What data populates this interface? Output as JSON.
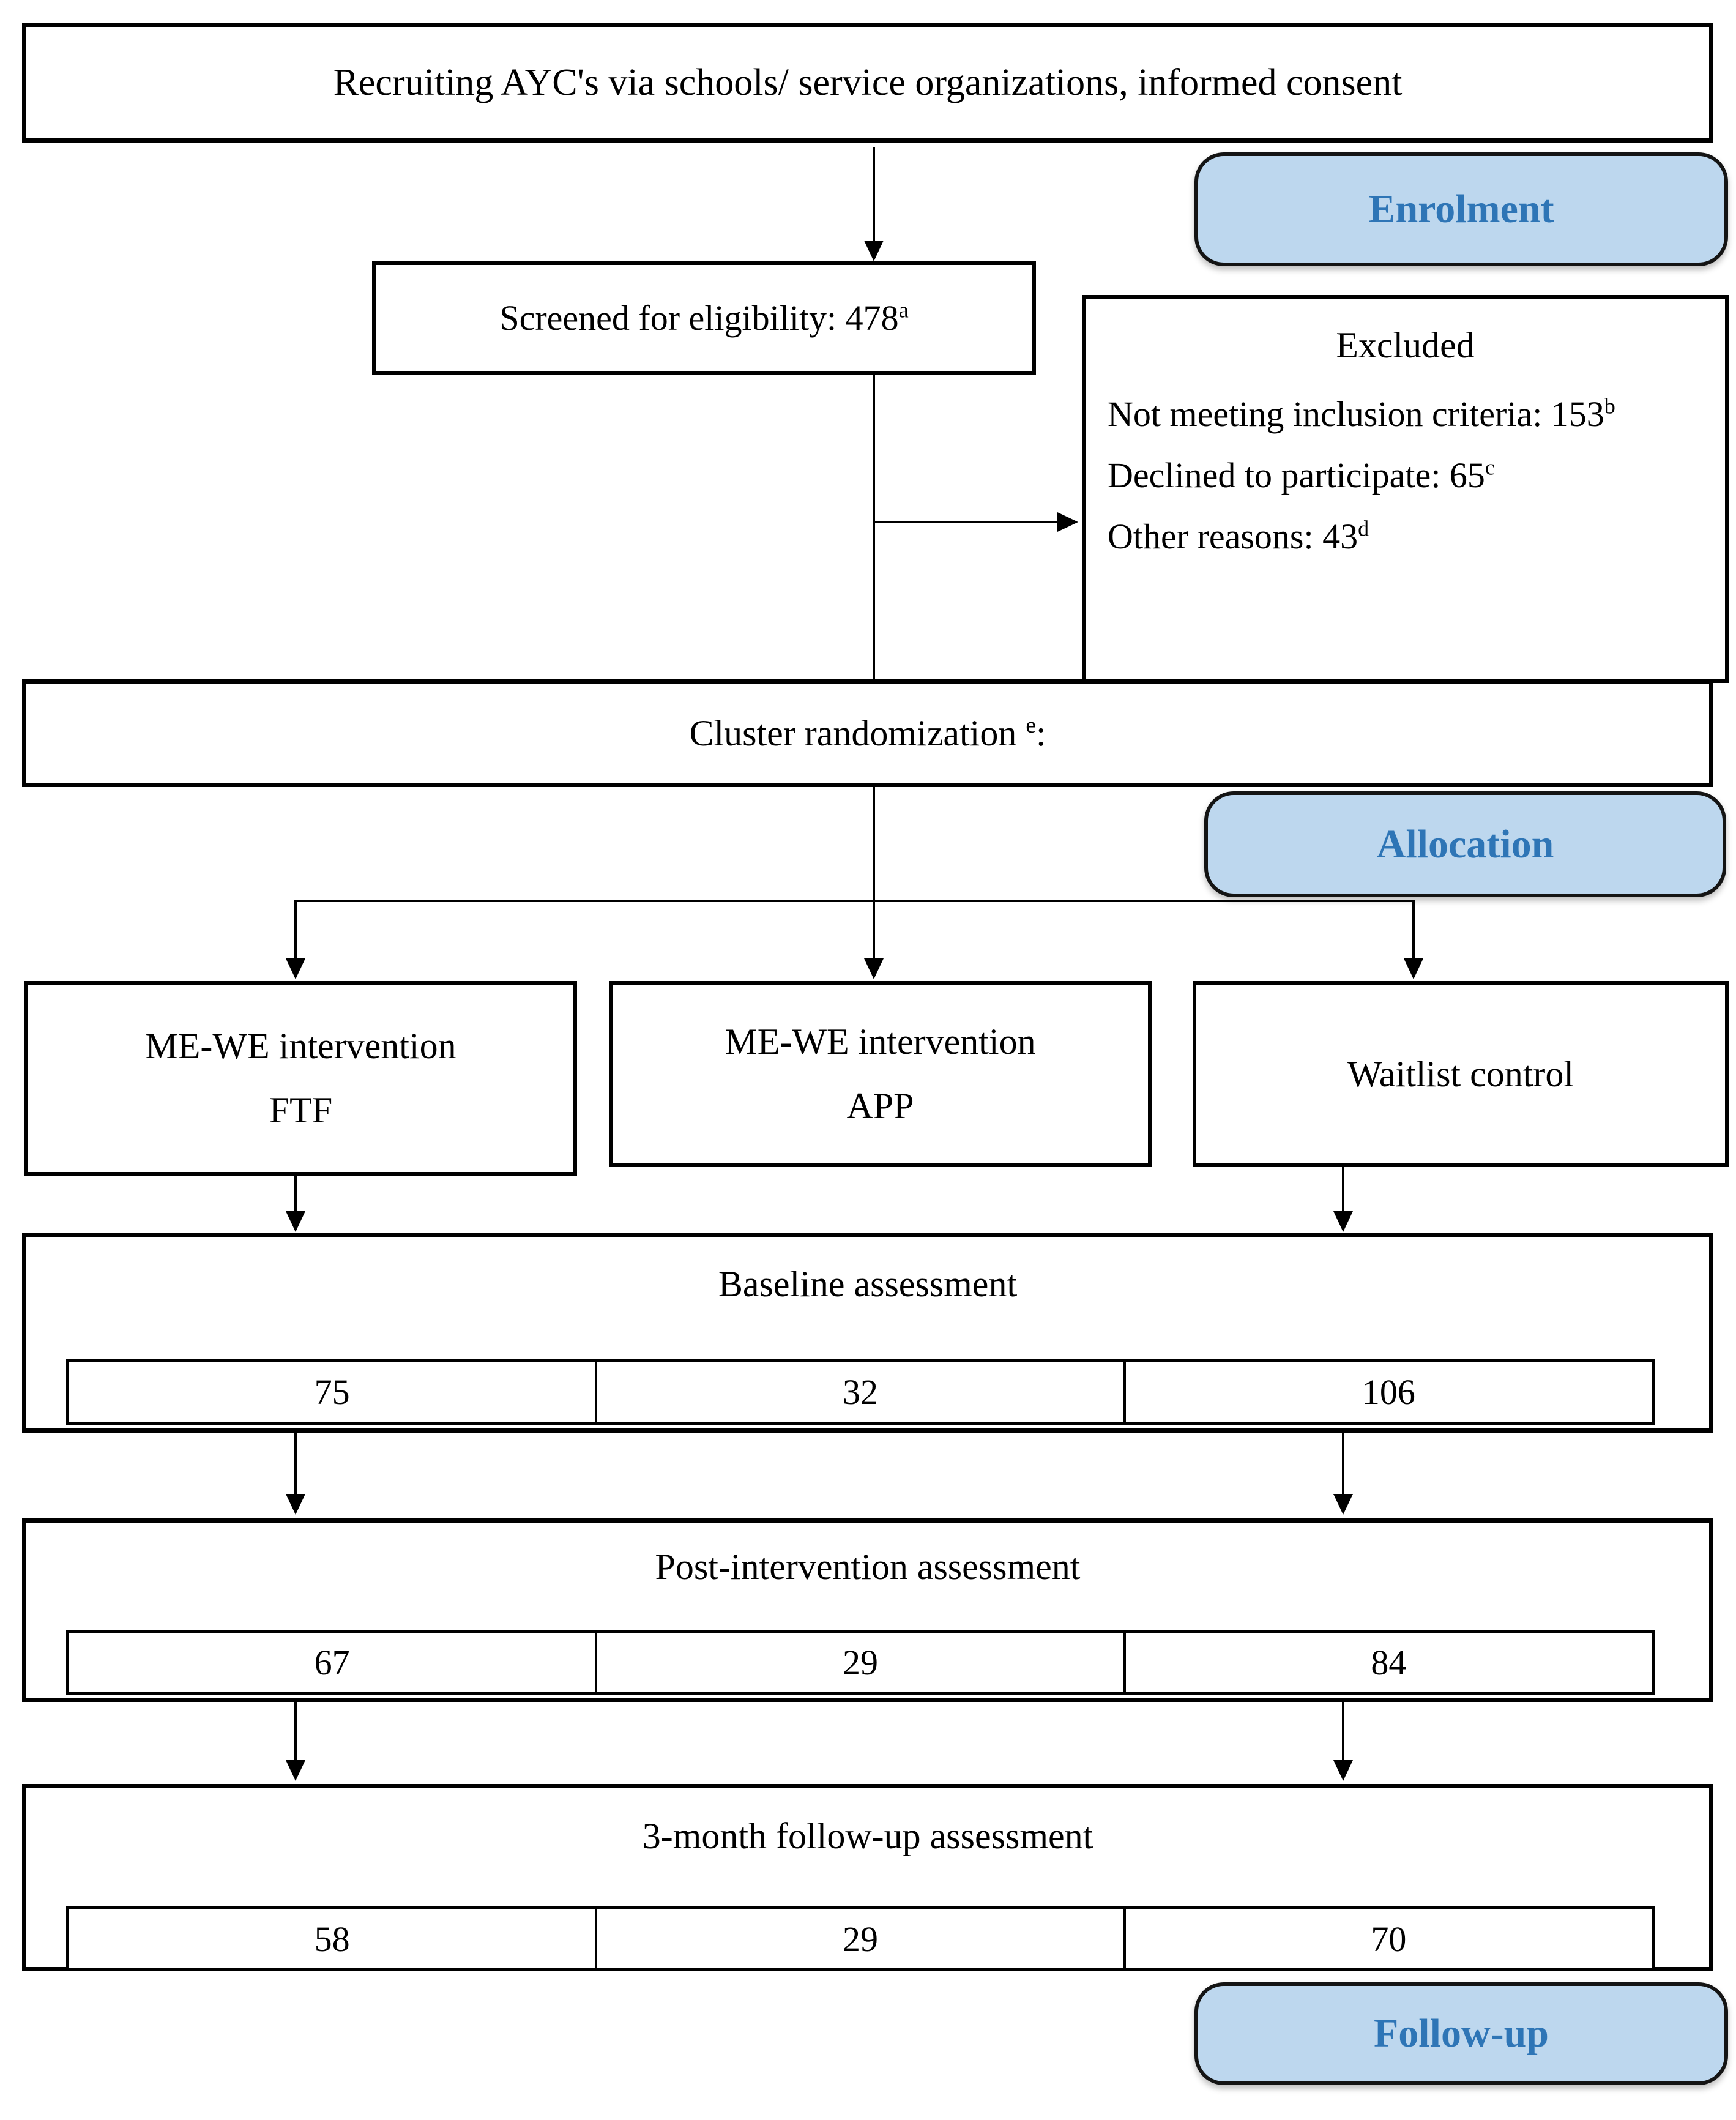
{
  "flow": {
    "recruit_label": "Recruiting AYC's via schools/ service organizations, informed consent",
    "screened": {
      "text": "Screened for eligibility: 478",
      "sup": "a"
    },
    "excluded": {
      "title": "Excluded",
      "lines": [
        {
          "text": "Not meeting inclusion criteria: 153",
          "sup": "b"
        },
        {
          "text": "Declined to participate: 65",
          "sup": "c"
        },
        {
          "text": "Other reasons: 43",
          "sup": "d"
        }
      ]
    },
    "cluster": {
      "pre": "Cluster randomization ",
      "sup": "e",
      "post": ":"
    },
    "arms": [
      {
        "line1": "ME-WE intervention",
        "line2": "FTF"
      },
      {
        "line1": "ME-WE intervention",
        "line2": "APP"
      },
      {
        "line1": "Waitlist control",
        "line2": ""
      }
    ],
    "assessments": [
      {
        "title": "Baseline assessment",
        "values": [
          "75",
          "32",
          "106"
        ]
      },
      {
        "title": "Post-intervention assessment",
        "values": [
          "67",
          "29",
          "84"
        ]
      },
      {
        "title": "3-month follow-up assessment",
        "values": [
          "58",
          "29",
          "70"
        ]
      }
    ],
    "stages": {
      "enrolment": "Enrolment",
      "allocation": "Allocation",
      "followup": "Follow-up"
    }
  },
  "colors": {
    "badge_fill": "#BDD7EE",
    "badge_text": "#2E75B6",
    "line": "#000000"
  }
}
